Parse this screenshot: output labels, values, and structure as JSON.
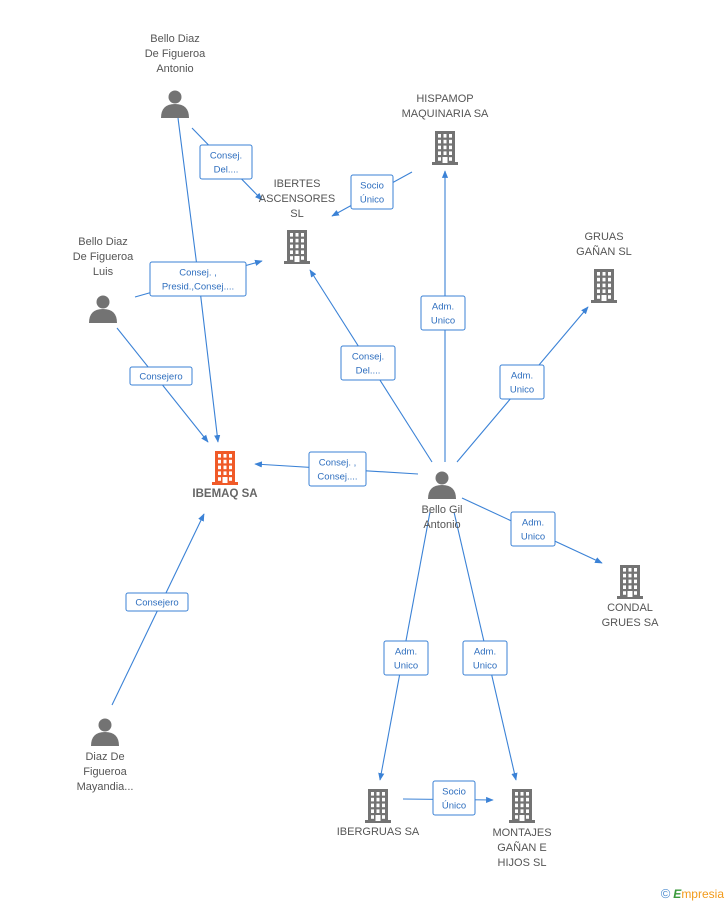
{
  "colors": {
    "edge": "#3b82d6",
    "edge_text": "#2f6fbf",
    "node_gray": "#737373",
    "highlight": "#f05a28"
  },
  "nodes": [
    {
      "id": "bello_antonio_top",
      "type": "person",
      "label": [
        "Bello Diaz",
        "De Figueroa",
        "Antonio"
      ]
    },
    {
      "id": "bello_luis",
      "type": "person",
      "label": [
        "Bello Diaz",
        "De Figueroa",
        "Luis"
      ]
    },
    {
      "id": "ibemaq",
      "type": "company",
      "highlight": true,
      "label": [
        "IBEMAQ SA"
      ]
    },
    {
      "id": "diaz_mayandia",
      "type": "person",
      "label": [
        "Diaz De",
        "Figueroa",
        "Mayandia..."
      ]
    },
    {
      "id": "ibertes",
      "type": "company",
      "label": [
        "IBERTES",
        "ASCENSORES",
        "SL"
      ]
    },
    {
      "id": "hispamop",
      "type": "company",
      "label": [
        "HISPAMOP",
        "MAQUINARIA SA"
      ]
    },
    {
      "id": "gruas_ganan",
      "type": "company",
      "label": [
        "GRUAS",
        "GAÑAN SL"
      ]
    },
    {
      "id": "bello_gil",
      "type": "person",
      "label": [
        "Bello Gil",
        "Antonio"
      ]
    },
    {
      "id": "condal",
      "type": "company",
      "label": [
        "CONDAL",
        "GRUES SA"
      ]
    },
    {
      "id": "ibergruas",
      "type": "company",
      "label": [
        "IBERGRUAS SA"
      ]
    },
    {
      "id": "montajes",
      "type": "company",
      "label": [
        "MONTAJES",
        "GAÑAN E",
        "HIJOS SL"
      ]
    }
  ],
  "edges": [
    {
      "id": "e1",
      "label": [
        "Consej.",
        "Del...."
      ]
    },
    {
      "id": "e2",
      "label": [
        "Consej. ,",
        "Presid.,Consej...."
      ]
    },
    {
      "id": "e3",
      "label": [
        "Consejero"
      ]
    },
    {
      "id": "e4",
      "label": [
        "Consejero"
      ]
    },
    {
      "id": "e5",
      "label": [
        "Socio",
        "Único"
      ]
    },
    {
      "id": "e6",
      "label": [
        "Consej.",
        "Del...."
      ]
    },
    {
      "id": "e7",
      "label": [
        "Adm.",
        "Unico"
      ]
    },
    {
      "id": "e8",
      "label": [
        "Adm.",
        "Unico"
      ]
    },
    {
      "id": "e9",
      "label": [
        "Consej. ,",
        "Consej...."
      ]
    },
    {
      "id": "e10",
      "label": [
        "Adm.",
        "Unico"
      ]
    },
    {
      "id": "e11",
      "label": [
        "Adm.",
        "Unico"
      ]
    },
    {
      "id": "e12",
      "label": [
        "Adm.",
        "Unico"
      ]
    },
    {
      "id": "e13",
      "label": [
        "Socio",
        "Único"
      ]
    }
  ],
  "footer": {
    "copyright": "©",
    "brand_initial": "E",
    "brand_rest": "mpresia"
  }
}
